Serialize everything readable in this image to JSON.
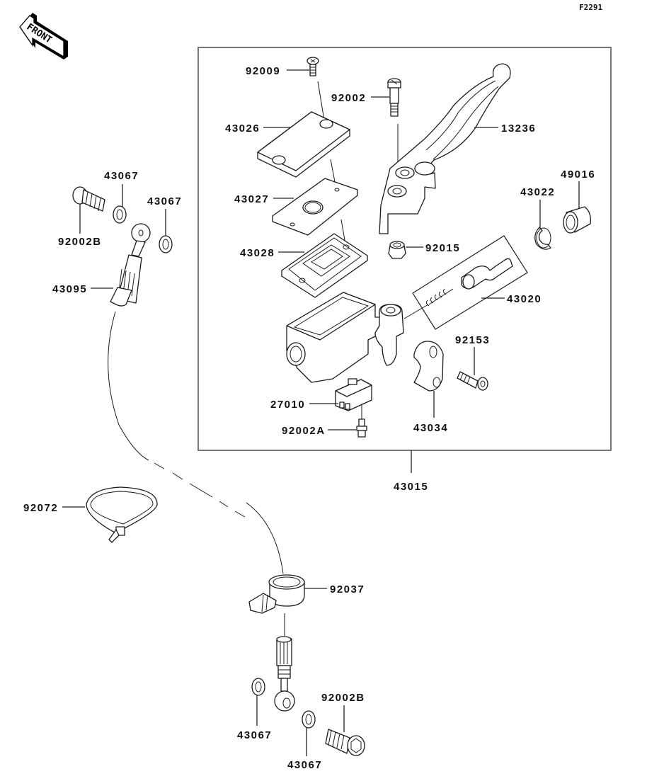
{
  "diagram": {
    "figure_code": "F2291",
    "front_indicator": "FRONT",
    "assembly_label": "43015",
    "labels": {
      "l92009": "92009",
      "l92002": "92002",
      "l43026": "43026",
      "l13236": "13236",
      "l43027": "43027",
      "l43022": "43022",
      "l49016": "49016",
      "l43028": "43028",
      "l92015": "92015",
      "l43020": "43020",
      "l92153": "92153",
      "l27010": "27010",
      "l92002A": "92002A",
      "l43034": "43034",
      "l43015": "43015",
      "l43067a": "43067",
      "l43067b": "43067",
      "l92002B_top": "92002B",
      "l43095": "43095",
      "l92072": "92072",
      "l92037": "92037",
      "l92002B_bot": "92002B",
      "l43067c": "43067",
      "l43067d": "43067"
    }
  }
}
